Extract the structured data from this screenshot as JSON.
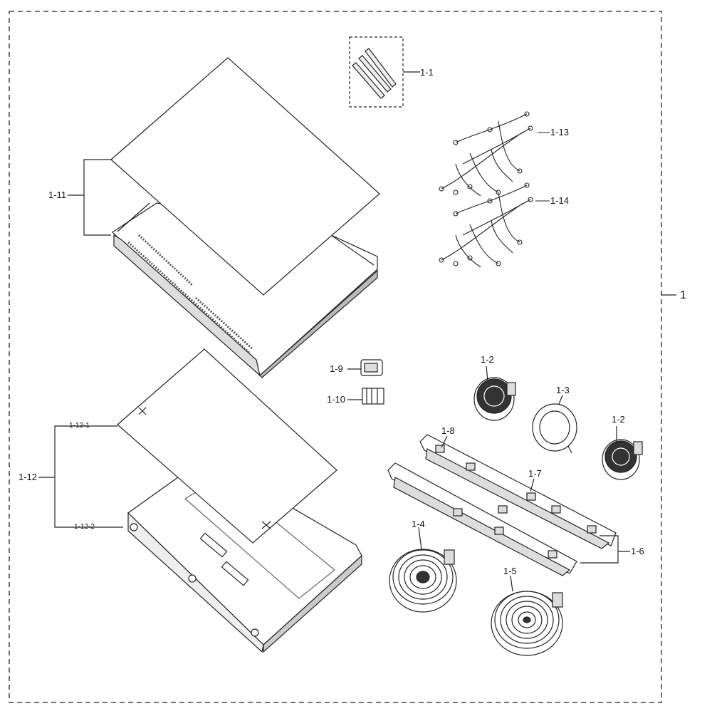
{
  "labels": {
    "assembly": "1",
    "p1_1": "1-1",
    "p1_2a": "1-2",
    "p1_2b": "1-2",
    "p1_3": "1-3",
    "p1_4": "1-4",
    "p1_5": "1-5",
    "p1_6": "1-6",
    "p1_7": "1-7",
    "p1_8": "1-8",
    "p1_9": "1-9",
    "p1_10": "1-10",
    "p1_11": "1-11",
    "p1_12": "1-12",
    "p1_12_1": "1-12-1",
    "p1_12_2": "1-12-2",
    "p1_13": "1-13",
    "p1_14": "1-14"
  }
}
